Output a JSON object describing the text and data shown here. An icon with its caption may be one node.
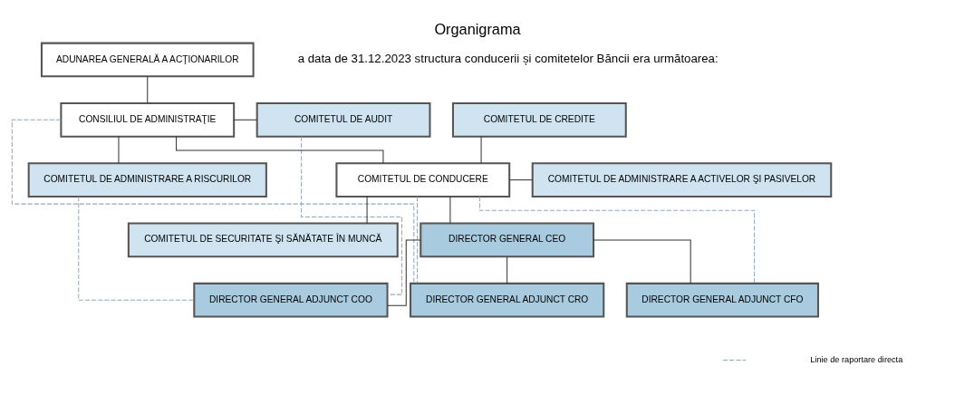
{
  "diagram": {
    "title": "Organigrama",
    "nodes": [
      {
        "text": [
          "ADUNAREA GENERALĂ A ACŢIONARILOR"
        ]
      },
      {
        "text": [
          "COMITETUL DE AUDIT"
        ]
      },
      {
        "text": [
          "CONSILIUL DE ADMINISTRAŢIE"
        ]
      },
      {
        "text": [
          "COMITETUL DE CREDITE"
        ]
      },
      {
        "text": [
          "COMITETUL DE ADMINISTRARE A RISCURILOR"
        ]
      },
      {
        "text": [
          "COMITETUL DE CONDUCERE"
        ]
      },
      {
        "text": [
          "COMITETUL DE ADMINISTRARE A ACTIVELOR ŞI PASIVELOR"
        ]
      },
      {
        "text": [
          "COMITETUL DE SECURITATE ŞI SĂNĂTATE ÎN MUNCĂ"
        ]
      },
      {
        "text": [
          "DIRECTOR GENERAL CEO"
        ]
      },
      {
        "text": [
          "DIRECTOR GENERAL ADJUNCT COO"
        ]
      },
      {
        "text": [
          "DIRECTOR GENERAL ADJUNCT CRO"
        ]
      },
      {
        "text": [
          "DIRECTOR GENERAL ADJUNCT CFO"
        ]
      }
    ],
    "edges": [
      {
        "from": 0,
        "to": 2,
        "arrow": "none"
      },
      {
        "from": 2,
        "to": 1,
        "arrow": "none"
      },
      {
        "from": 2,
        "to": 4,
        "arrow": "none"
      },
      {
        "from": 2,
        "to": 5,
        "arrow": "none"
      },
      {
        "from": 5,
        "to": 8,
        "arrow": "none"
      },
      {
        "from": 5,
        "to": 3,
        "arrow": "none"
      },
      {
        "from": 5,
        "to": 6,
        "arrow": "none"
      },
      {
        "from": 5,
        "to": 7,
        "arrow": "none"
      },
      {
        "from": 8,
        "to": 9,
        "arrow": "none"
      },
      {
        "from": 8,
        "to": 10,
        "arrow": "none"
      },
      {
        "from": 8,
        "to": 11,
        "arrow": "none"
      },
      {
        "from": 1,
        "to": 9,
        "arrow": "none",
        "style": "dashed",
        "color": "#8fa9c0"
      },
      {
        "from": 4,
        "to": 9,
        "arrow": "none",
        "style": "dashed",
        "color": "#8fa9c0"
      },
      {
        "from": 2,
        "to": 10,
        "arrow": "none",
        "style": "dashed",
        "color": "#8fa9c0"
      },
      {
        "from": 5,
        "to": 10,
        "arrow": "none",
        "style": "dashed",
        "color": "#8fa9c0"
      },
      {
        "from": 5,
        "to": 11,
        "arrow": "none",
        "style": "dashed",
        "color": "#8fa9c0"
      }
    ],
    "labels": [
      "a data de 31.12.2023 structura conducerii și comitetelor Băncii era următoarea:"
    ],
    "legend": [
      {
        "text": "Linie de raportare directa"
      }
    ]
  }
}
